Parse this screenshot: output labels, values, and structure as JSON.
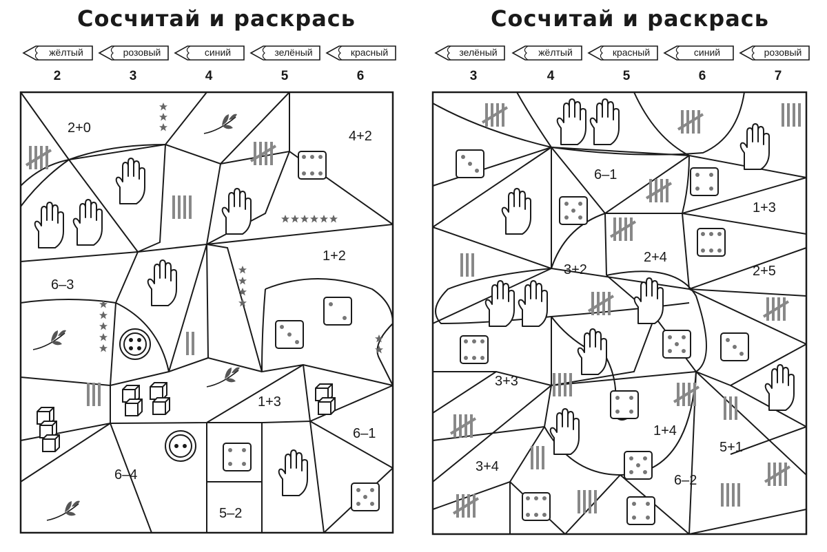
{
  "left": {
    "title": "Сосчитай и раскрась",
    "pencils": [
      {
        "label": "жёлтый",
        "number": "2"
      },
      {
        "label": "розовый",
        "number": "3"
      },
      {
        "label": "синий",
        "number": "4"
      },
      {
        "label": "зелёный",
        "number": "5"
      },
      {
        "label": "красный",
        "number": "6"
      }
    ],
    "expressions": [
      "2+0",
      "4+2",
      "1+2",
      "6–3",
      "1+3",
      "6–1",
      "6–4",
      "5–2"
    ]
  },
  "right": {
    "title": "Сосчитай и раскрась",
    "pencils": [
      {
        "label": "зелёный",
        "number": "3"
      },
      {
        "label": "жёлтый",
        "number": "4"
      },
      {
        "label": "красный",
        "number": "5"
      },
      {
        "label": "синий",
        "number": "6"
      },
      {
        "label": "розовый",
        "number": "7"
      }
    ],
    "expressions": [
      "6–1",
      "1+3",
      "3+2",
      "2+4",
      "2+5",
      "3+3",
      "1+4",
      "5+1",
      "3+4",
      "6–2"
    ]
  },
  "icons": {
    "hand": "hand-icon",
    "die": "die-icon",
    "tally": "tally-marks-icon",
    "star": "star-icon",
    "leaf": "leaf-branch-icon",
    "button": "sewing-button-icon",
    "cube": "cube-stack-icon"
  },
  "colors": {
    "line": "#1a1a1a",
    "tally": "#888888",
    "star": "#666666"
  }
}
